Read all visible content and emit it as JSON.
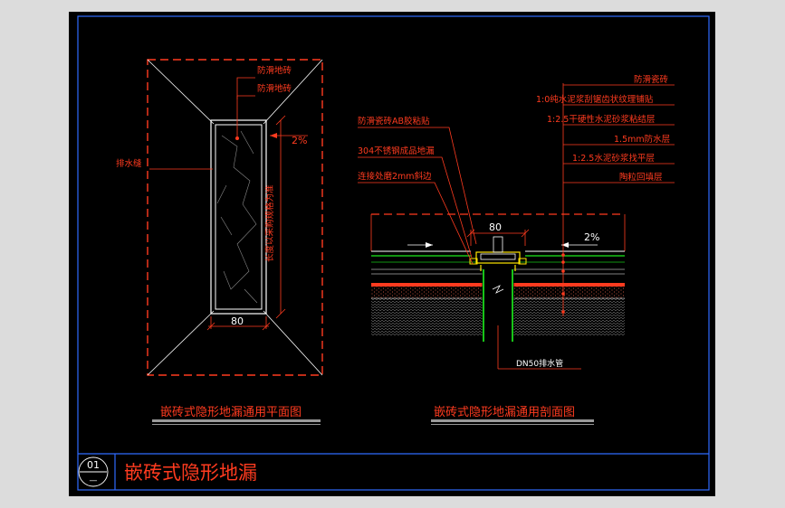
{
  "plan": {
    "label_top1": "防滑地砖",
    "label_top2": "防滑地砖",
    "label_drain_slot": "排水缝",
    "slope": "2%",
    "length_note": "长度以采购规格为准",
    "width_dim": "80",
    "caption": "嵌砖式隐形地漏通用平面图"
  },
  "section": {
    "layers": [
      "防滑瓷砖",
      "1:0纯水泥浆刮锯齿状纹理铺贴",
      "1:2.5干硬性水泥砂浆粘结层",
      "1.5mm防水层",
      "1:2.5水泥砂浆找平层",
      "陶粒回填层"
    ],
    "label_ab_glue": "防滑瓷砖AB胶粘贴",
    "label_drain": "304不锈钢成品地漏",
    "label_bevel": "连接处磨2mm斜边",
    "width_dim": "80",
    "slope": "2%",
    "pipe": "DN50排水管",
    "caption": "嵌砖式隐形地漏通用剖面图"
  },
  "titleblock": {
    "number": "01",
    "sub": "—",
    "title": "嵌砖式隐形地漏"
  },
  "colors": {
    "background": "#000000",
    "frame": "#2f6bff",
    "annotation": "#ff3b1f",
    "detail": "#ffffff",
    "green": "#18c418",
    "yellow": "#ffe600"
  }
}
